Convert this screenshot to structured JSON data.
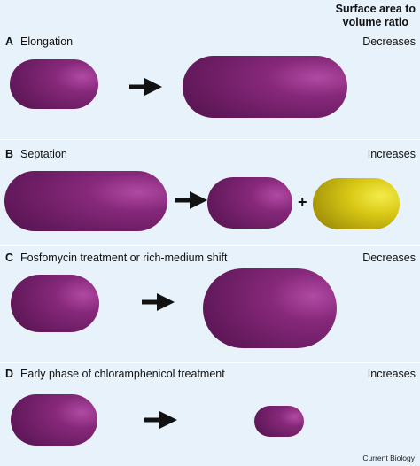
{
  "header": {
    "line1": "Surface area to",
    "line2": "volume ratio"
  },
  "colors": {
    "purple": "#7a1f6e",
    "yellow": "#d3c415",
    "background": "#e8f2fa"
  },
  "panels": [
    {
      "letter": "A",
      "title": "Elongation",
      "result": "Decreases"
    },
    {
      "letter": "B",
      "title": "Septation",
      "result": "Increases",
      "plus": "+"
    },
    {
      "letter": "C",
      "title": "Fosfomycin treatment or rich-medium shift",
      "result": "Decreases"
    },
    {
      "letter": "D",
      "title": "Early phase of chloramphenicol treatment",
      "result": "Increases"
    }
  ],
  "credit": "Current Biology"
}
